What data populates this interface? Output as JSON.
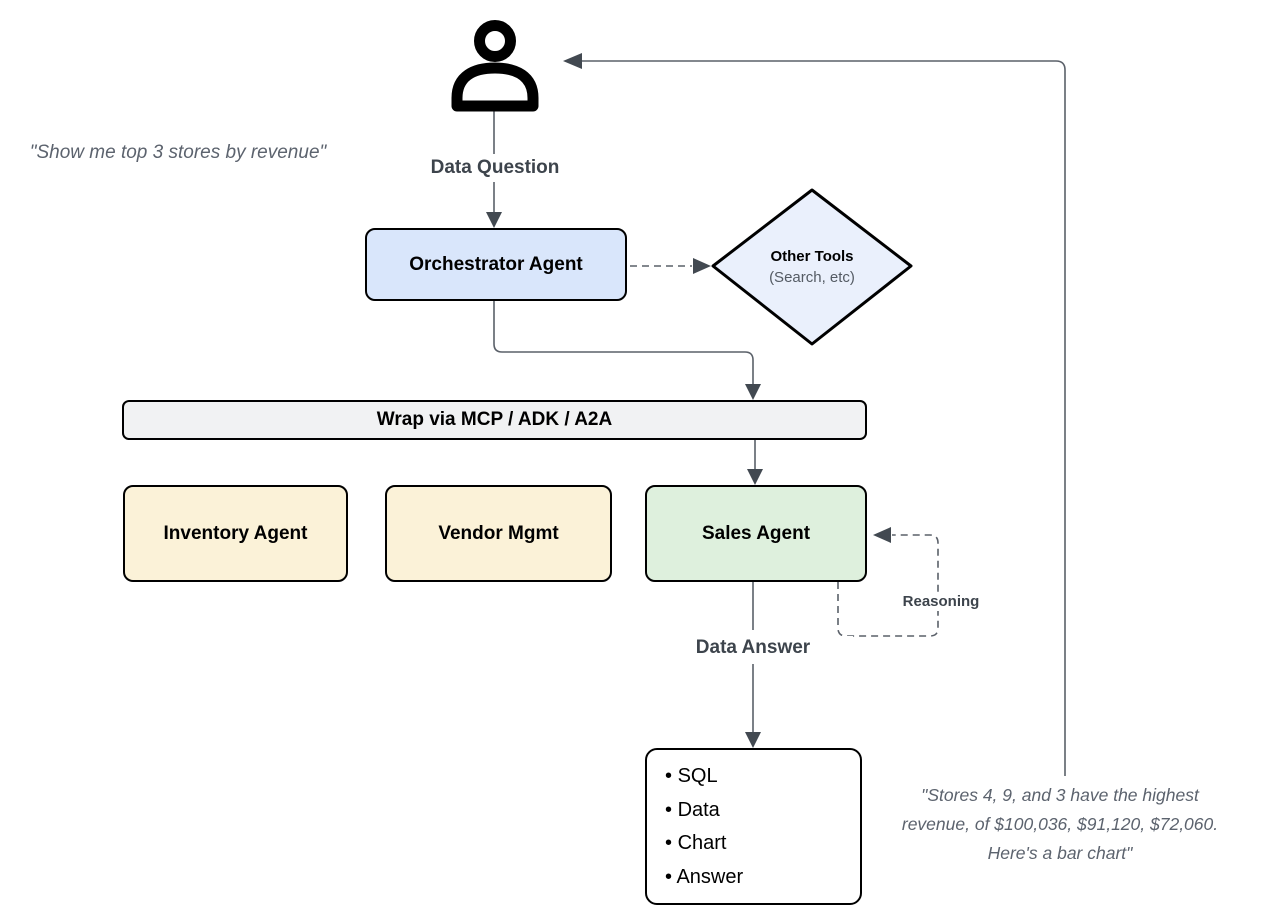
{
  "colors": {
    "orchestrator_fill": "#d9e6fb",
    "diamond_fill": "#eaf0fc",
    "agent_yellow_fill": "#fbf2d8",
    "sales_green_fill": "#def0dd",
    "bar_fill": "#f1f2f3",
    "output_fill": "#ffffff",
    "node_border": "#000000",
    "connector": "#5a6069",
    "arrowhead": "#424951",
    "edge_label_text": "#3d444c",
    "quote_text": "#5c636e"
  },
  "user": {
    "icon": "user-icon",
    "quote": "\"Show me top 3 stores by revenue\""
  },
  "flow_labels": {
    "data_question": "Data Question",
    "data_answer": "Data Answer",
    "reasoning": "Reasoning"
  },
  "nodes": {
    "orchestrator": {
      "label": "Orchestrator Agent"
    },
    "other_tools": {
      "title": "Other Tools",
      "subtitle": "(Search, etc)"
    },
    "wrap_bar": {
      "label": "Wrap via MCP / ADK / A2A"
    },
    "inventory": {
      "label": "Inventory Agent"
    },
    "vendor": {
      "label": "Vendor Mgmt"
    },
    "sales": {
      "label": "Sales Agent"
    },
    "output": {
      "items": [
        "SQL",
        "Data",
        "Chart",
        "Answer"
      ]
    }
  },
  "response_quote": {
    "lines": [
      "\"Stores 4, 9, and 3 have the highest",
      "revenue, of $100,036, $91,120, $72,060.",
      "Here's a bar chart\""
    ]
  }
}
